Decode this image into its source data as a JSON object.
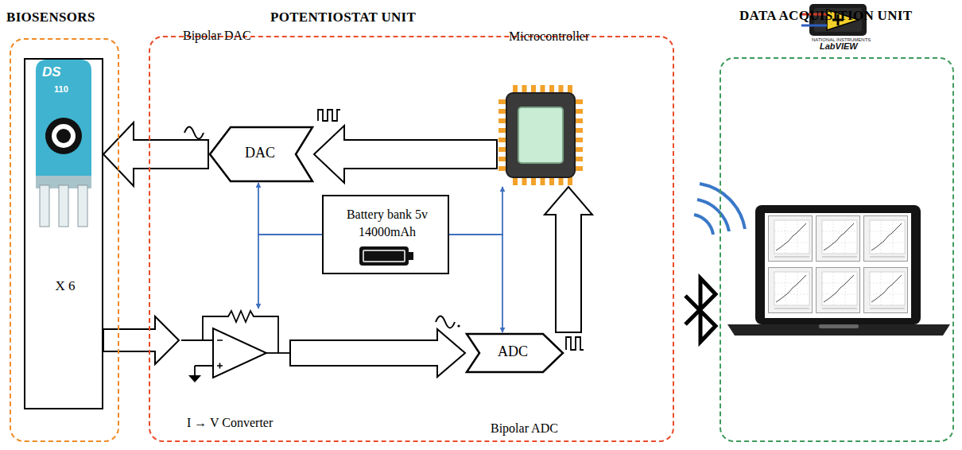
{
  "diagram": {
    "nodes": [
      {
        "text": [
          "BIOSENSORS"
        ]
      },
      {
        "text": [
          "X 6"
        ],
        "in": 0
      },
      {
        "text": [
          "POTENTIOSTAT UNIT"
        ]
      },
      {
        "text": [
          "Bipolar DAC",
          "DAC"
        ],
        "in": 2
      },
      {
        "text": [
          "Microcontroller"
        ],
        "in": 2
      },
      {
        "text": [
          "Battery bank 5v 14000mAh"
        ],
        "in": 2
      },
      {
        "text": [
          "I → V Converter"
        ],
        "in": 2
      },
      {
        "text": [
          "ADC",
          "Bipolar ADC"
        ],
        "in": 2
      },
      {
        "text": [
          "DATA ACQUISITION UNIT"
        ]
      }
    ],
    "edges": [
      {
        "from": 4,
        "to": 3,
        "arrow": "to"
      },
      {
        "from": 3,
        "to": 1,
        "arrow": "to"
      },
      {
        "from": 1,
        "to": 6,
        "arrow": "to"
      },
      {
        "from": 6,
        "to": 7,
        "arrow": "to"
      },
      {
        "from": 7,
        "to": 4,
        "arrow": "to"
      },
      {
        "from": 5,
        "to": 3,
        "arrow": "to"
      },
      {
        "from": 5,
        "to": 6,
        "arrow": "to"
      },
      {
        "from": 5,
        "to": 4,
        "arrow": "to"
      },
      {
        "from": 5,
        "to": 7,
        "arrow": "to"
      }
    ],
    "labels": [
      "DS",
      "110",
      "NATIONAL INSTRUMENTS",
      "LabVIEW"
    ]
  }
}
